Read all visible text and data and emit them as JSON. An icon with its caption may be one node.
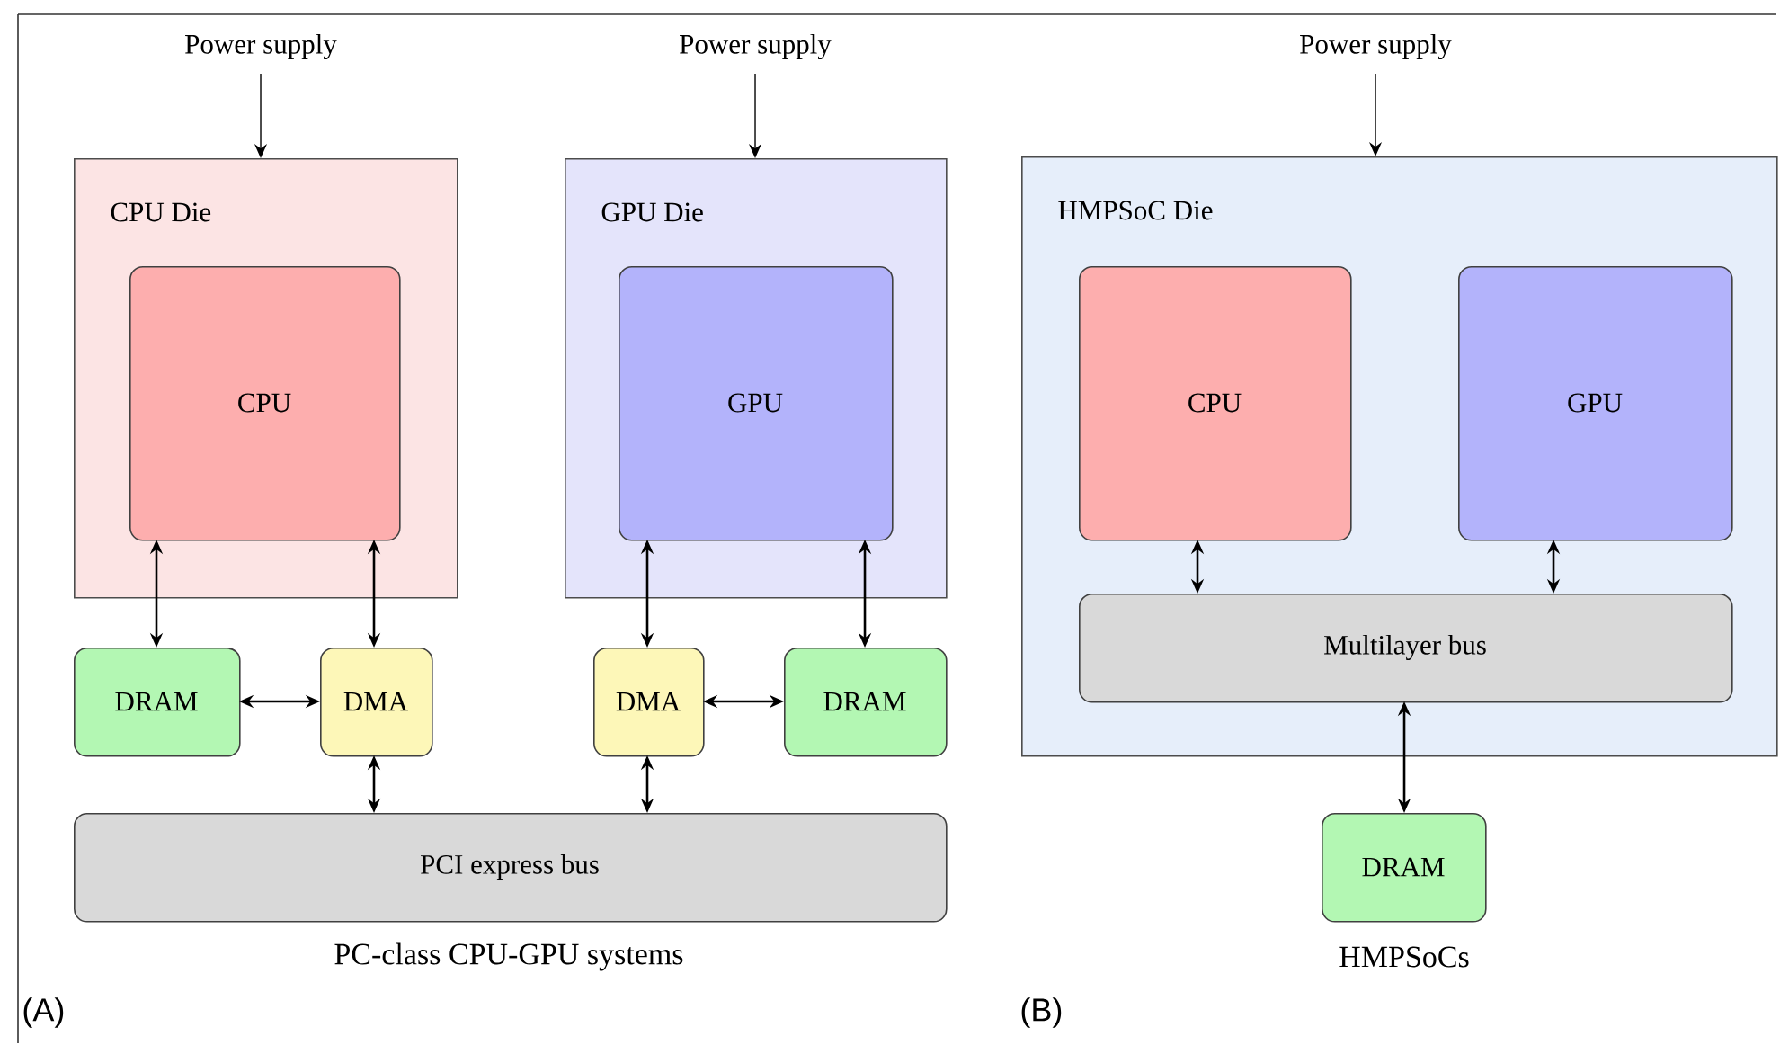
{
  "diagram": {
    "nodes": [
      {
        "text": [
          "Power supply"
        ]
      },
      {
        "text": [
          "Power supply"
        ]
      },
      {
        "text": [
          "Power supply"
        ]
      },
      {
        "text": [
          "CPU Die"
        ]
      },
      {
        "text": [
          "CPU"
        ],
        "in": 3
      },
      {
        "text": [
          "GPU Die"
        ]
      },
      {
        "text": [
          "GPU"
        ],
        "in": 5
      },
      {
        "text": [
          "DRAM"
        ]
      },
      {
        "text": [
          "DMA"
        ]
      },
      {
        "text": [
          "DMA"
        ]
      },
      {
        "text": [
          "DRAM"
        ]
      },
      {
        "text": [
          "PCI express bus"
        ]
      },
      {
        "text": [
          "HMPSoC Die"
        ]
      },
      {
        "text": [
          "CPU"
        ],
        "in": 12
      },
      {
        "text": [
          "GPU"
        ],
        "in": 12
      },
      {
        "text": [
          "Multilayer bus"
        ],
        "in": 12
      },
      {
        "text": [
          "DRAM"
        ]
      }
    ],
    "edges": [
      {
        "from": 0,
        "to": 3,
        "arrow": "to"
      },
      {
        "from": 1,
        "to": 5,
        "arrow": "to"
      },
      {
        "from": 2,
        "to": 12,
        "arrow": "to"
      },
      {
        "from": 4,
        "to": 7,
        "arrow": "both"
      },
      {
        "from": 4,
        "to": 8,
        "arrow": "both"
      },
      {
        "from": 7,
        "to": 8,
        "arrow": "both"
      },
      {
        "from": 8,
        "to": 11,
        "arrow": "both"
      },
      {
        "from": 6,
        "to": 9,
        "arrow": "both"
      },
      {
        "from": 6,
        "to": 10,
        "arrow": "both"
      },
      {
        "from": 9,
        "to": 10,
        "arrow": "both"
      },
      {
        "from": 9,
        "to": 11,
        "arrow": "both"
      },
      {
        "from": 13,
        "to": 15,
        "arrow": "both"
      },
      {
        "from": 14,
        "to": 15,
        "arrow": "both"
      },
      {
        "from": 15,
        "to": 16,
        "arrow": "both"
      }
    ],
    "labels": [
      "PC-class CPU-GPU systems",
      "HMPSoCs",
      "(A)",
      "(B)"
    ]
  }
}
